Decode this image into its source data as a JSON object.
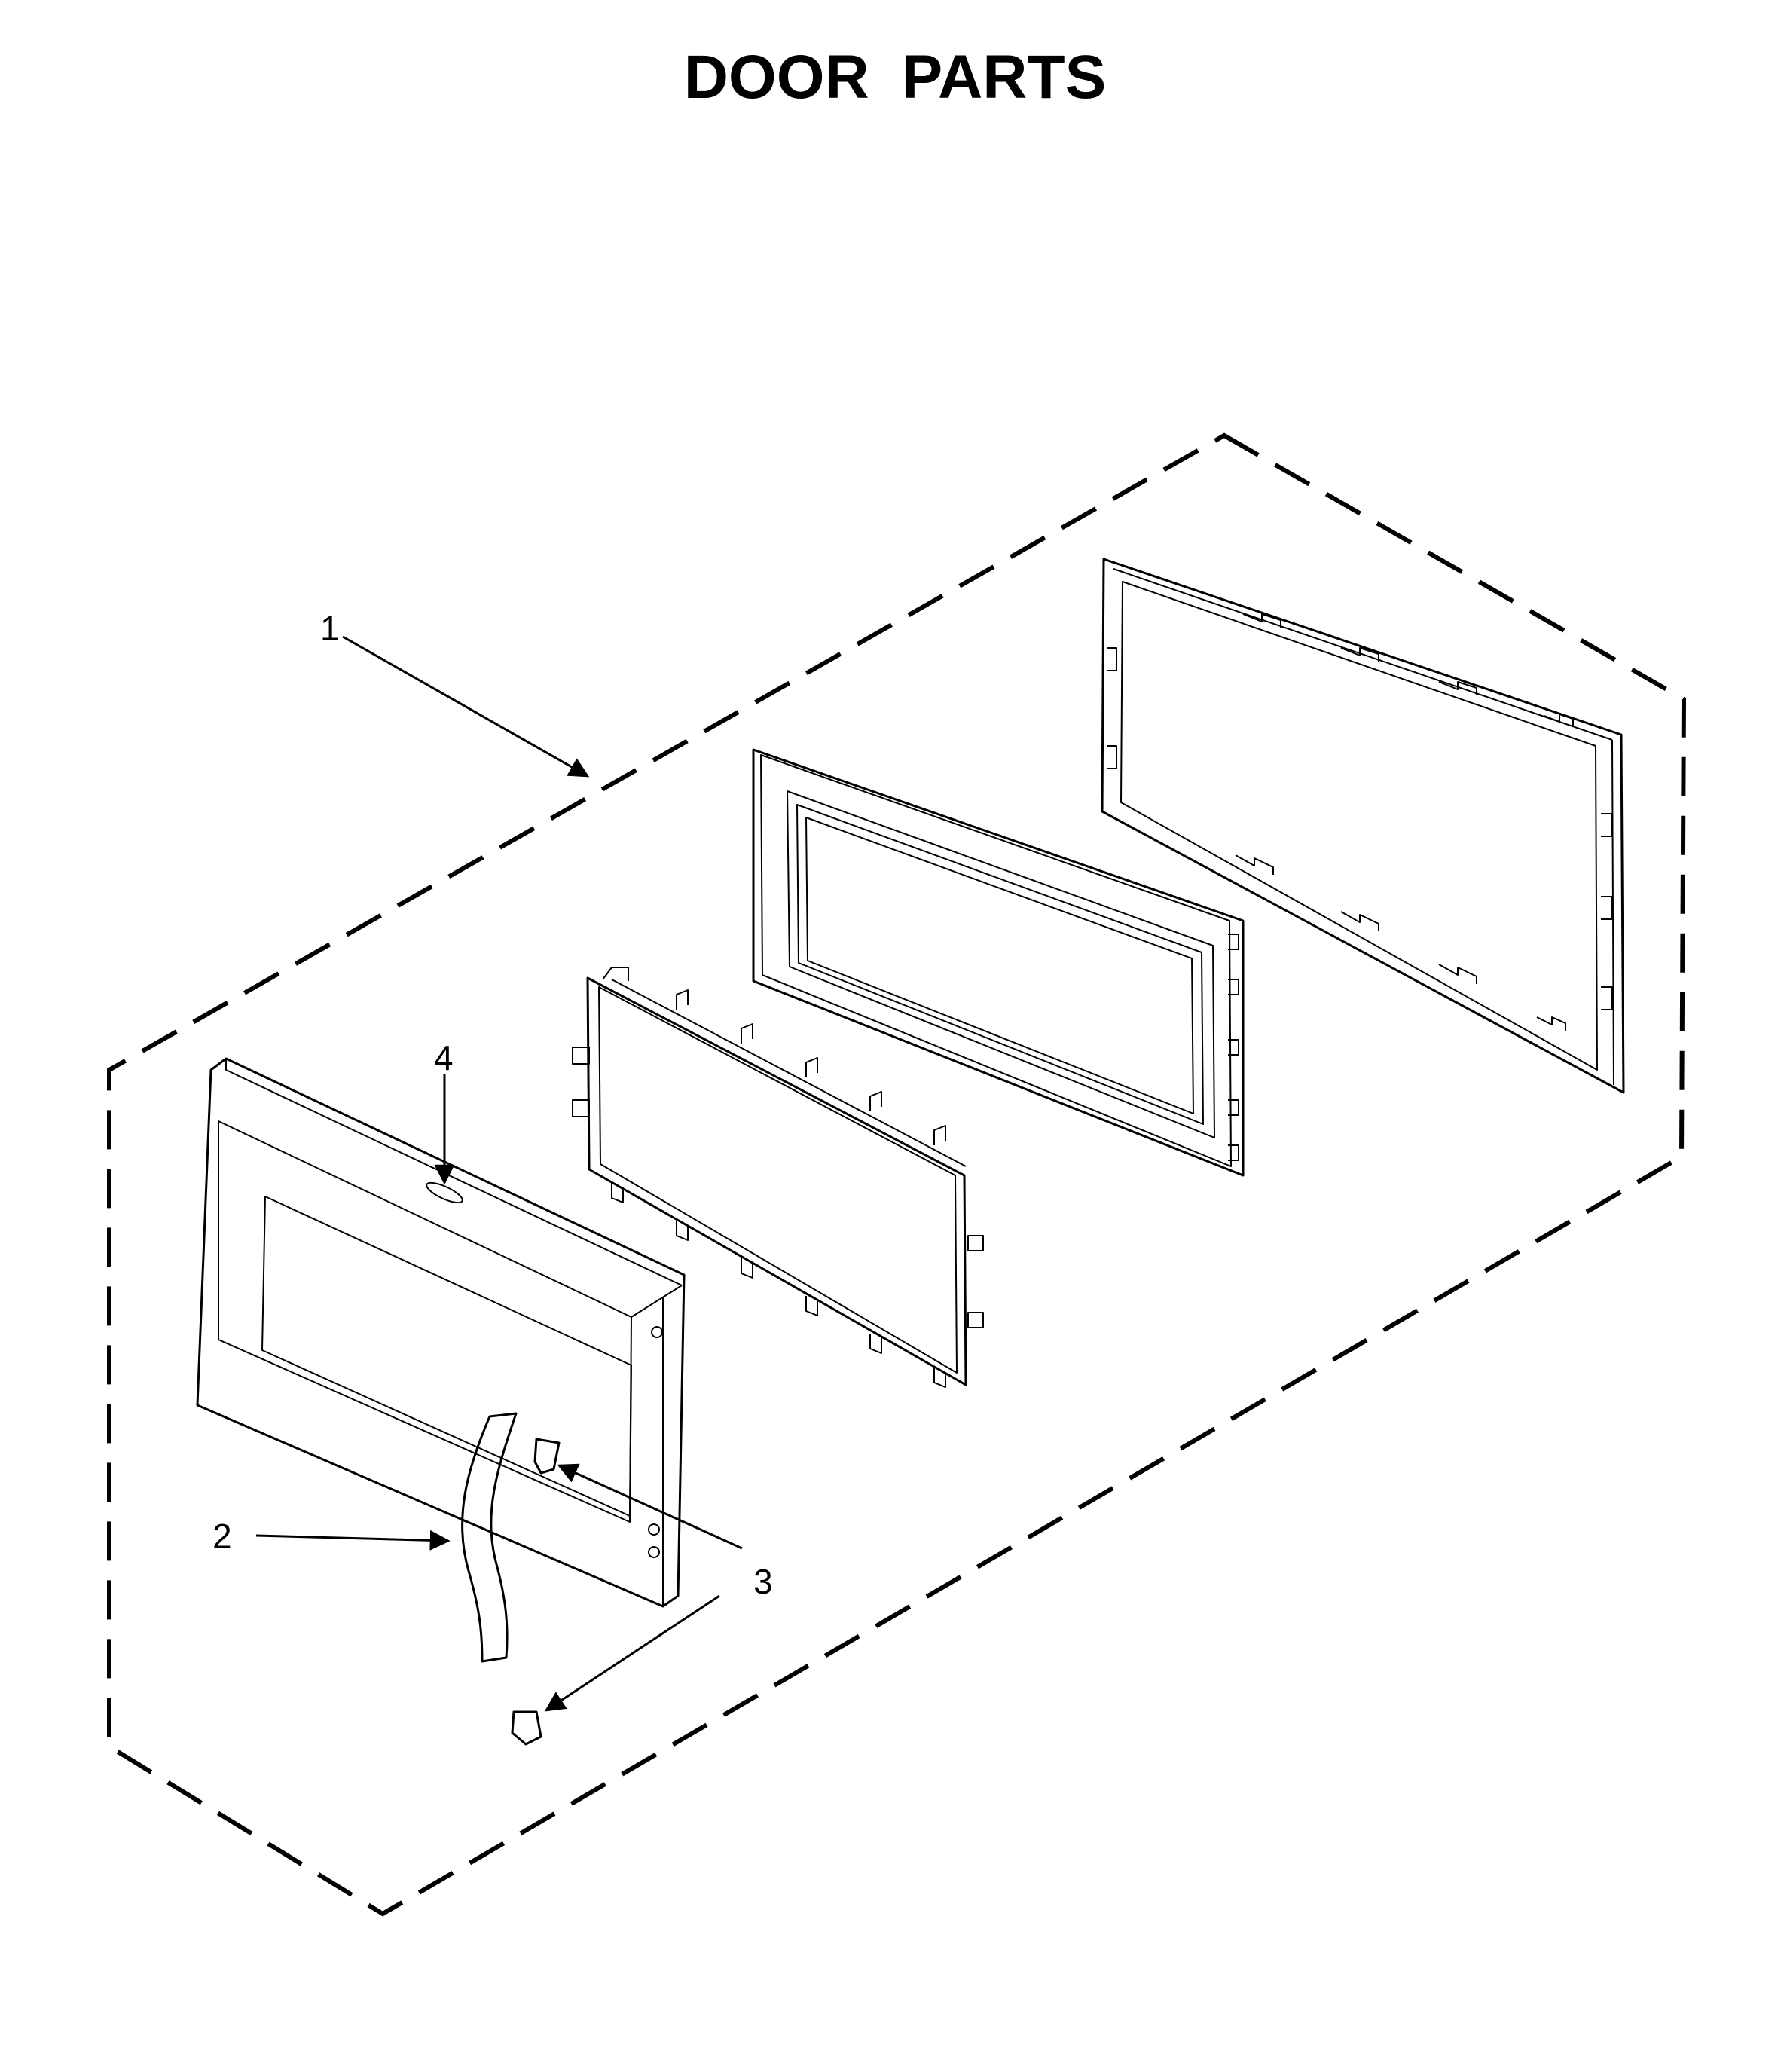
{
  "title": "DOOR PARTS",
  "callouts": [
    {
      "id": "1",
      "label": "1"
    },
    {
      "id": "2",
      "label": "2"
    },
    {
      "id": "3",
      "label": "3"
    },
    {
      "id": "4",
      "label": "4"
    }
  ]
}
